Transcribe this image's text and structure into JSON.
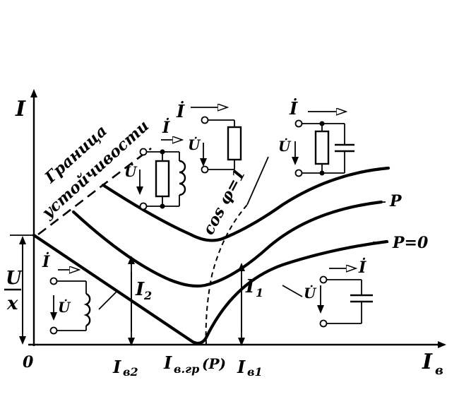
{
  "axes": {
    "y_label": "I",
    "x_label": "I",
    "x_label_sub": "в",
    "origin": "0"
  },
  "y_ticks": {
    "ux_num": "U",
    "ux_den": "x"
  },
  "x_ticks": {
    "ib2": "I",
    "ib2_sub": "в2",
    "ibgr": "I",
    "ibgr_sub": "в.гр",
    "ibgr_p": "(P)",
    "ib1": "I",
    "ib1_sub": "в1"
  },
  "measure_labels": {
    "i2": "I",
    "i2_sub": "2",
    "i1": "I",
    "i1_sub": "1"
  },
  "curve_labels": {
    "p": "P",
    "p0": "P=0"
  },
  "annotations": {
    "stability_line1": "Граница",
    "stability_line2": "устойчивости",
    "cos_phi": "cos φ=1"
  },
  "circuit_labels": {
    "current": "İ",
    "voltage": "U̇"
  }
}
